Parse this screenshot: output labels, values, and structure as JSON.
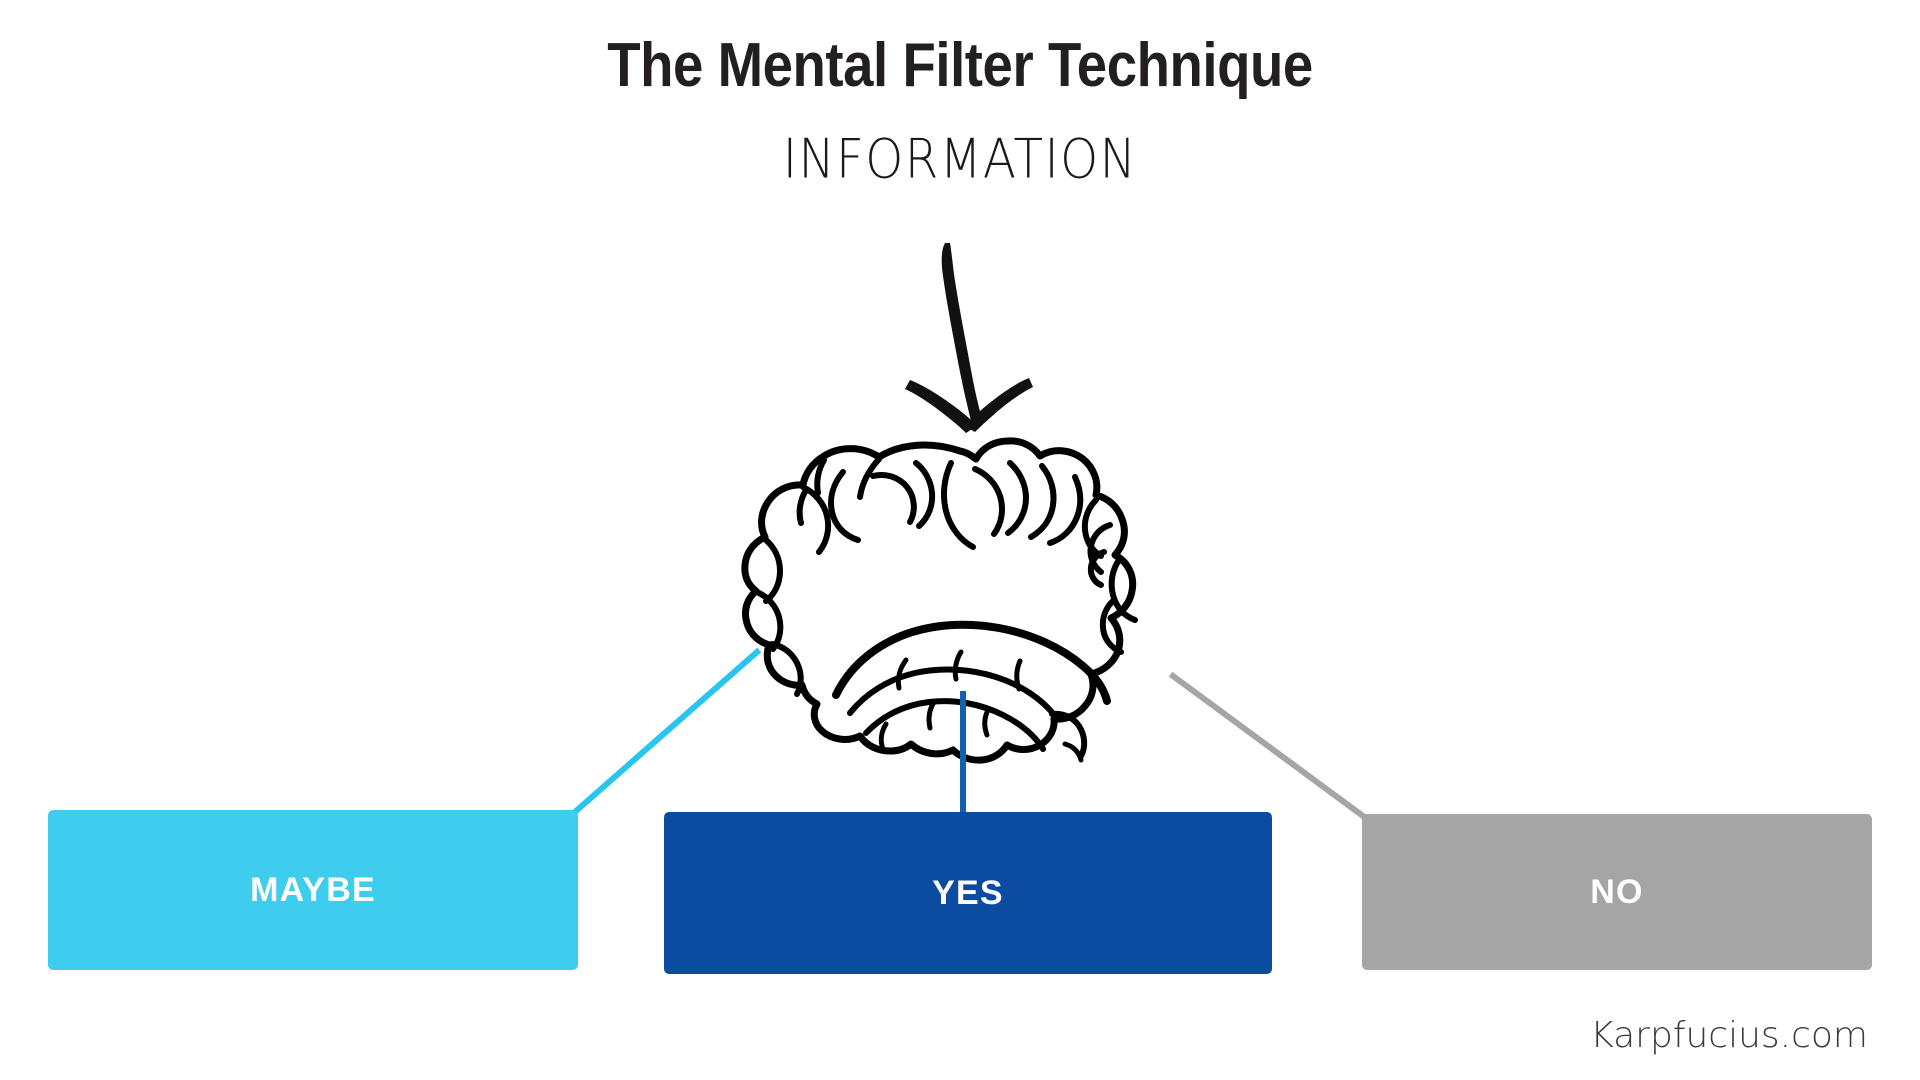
{
  "page": {
    "background_color": "#ffffff",
    "title": "The Mental Filter Technique",
    "title_color": "#231f20"
  },
  "flow": {
    "input_label": "INFORMATION",
    "input_label_color": "#1a1a1a",
    "arrow": {
      "name": "down-arrow-icon",
      "style": "hand-drawn",
      "color": "#000000",
      "direction": "down"
    },
    "filter": {
      "name": "brain-illustration",
      "style": "hand-drawn line art",
      "color": "#000000"
    }
  },
  "outcomes": [
    {
      "id": "maybe",
      "label": "MAYBE",
      "fill": "#3FCDEE",
      "text_color": "#ffffff",
      "connector_color": "#29C5F0",
      "connector_name": "connector-line-maybe"
    },
    {
      "id": "yes",
      "label": "YES",
      "fill": "#0B4BA0",
      "text_color": "#ffffff",
      "connector_color": "#1261AE",
      "connector_name": "connector-line-yes"
    },
    {
      "id": "no",
      "label": "NO",
      "fill": "#A5A5A5",
      "text_color": "#ffffff",
      "connector_color": "#A5A5A5",
      "connector_name": "connector-line-no"
    }
  ],
  "footer": {
    "watermark": "Karpfucius.com",
    "watermark_color": "#3a3a3a"
  }
}
